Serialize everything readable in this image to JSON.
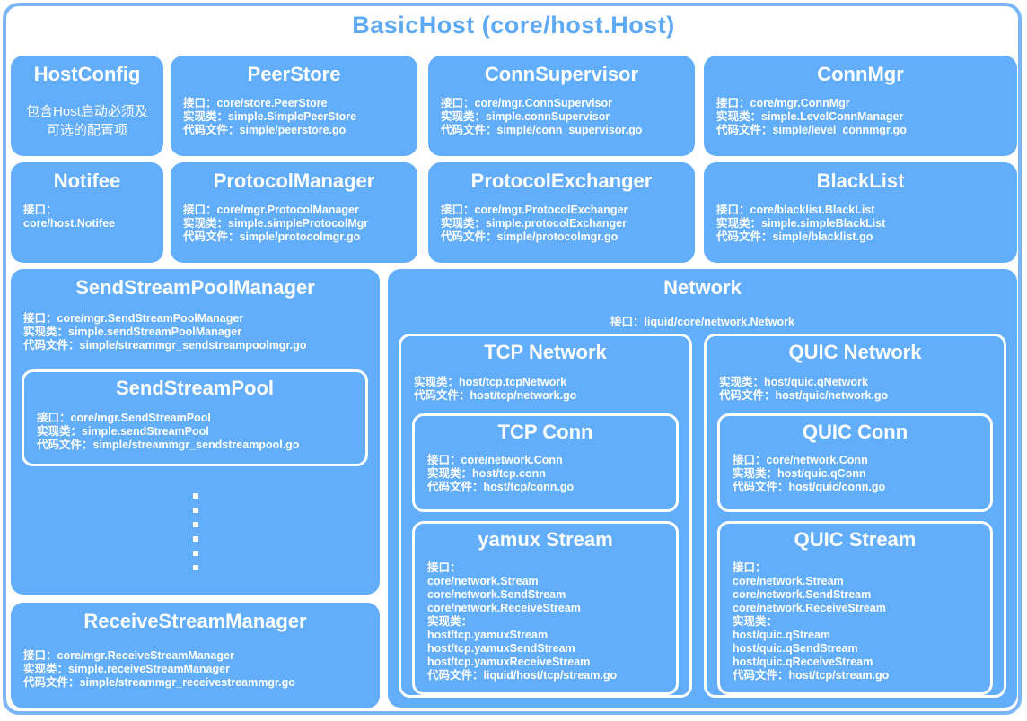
{
  "title": "BasicHost (core/host.Host)",
  "colors": {
    "box_fill": "#63AEFA",
    "outer_border": "#7AB6F8",
    "title_text": "#5EA9F4",
    "text": "#FFFFFF"
  },
  "boxes": {
    "host_config": {
      "title": "HostConfig",
      "lines": [
        "包含Host启动必须及",
        "可选的配置项"
      ]
    },
    "peer_store": {
      "title": "PeerStore",
      "lines": [
        "接口：core/store.PeerStore",
        "实现类：simple.SimplePeerStore",
        "代码文件：simple/peerstore.go"
      ]
    },
    "conn_supervisor": {
      "title": "ConnSupervisor",
      "lines": [
        "接口：core/mgr.ConnSupervisor",
        "实现类：simple.connSupervisor",
        "代码文件：simple/conn_supervisor.go"
      ]
    },
    "conn_mgr": {
      "title": "ConnMgr",
      "lines": [
        "接口：core/mgr.ConnMgr",
        "实现类：simple.LevelConnManager",
        "代码文件：simple/level_connmgr.go"
      ]
    },
    "notifee": {
      "title": "Notifee",
      "lines": [
        "接口：",
        "core/host.Notifee"
      ]
    },
    "protocol_manager": {
      "title": "ProtocolManager",
      "lines": [
        "接口：core/mgr.ProtocolManager",
        "实现类：simple.simpleProtocolMgr",
        "代码文件：simple/protocolmgr.go"
      ]
    },
    "protocol_exchanger": {
      "title": "ProtocolExchanger",
      "lines": [
        "接口：core/mgr.ProtocolExchanger",
        "实现类：simple.protocolExchanger",
        "代码文件：simple/protocolmgr.go"
      ]
    },
    "black_list": {
      "title": "BlackList",
      "lines": [
        "接口：core/blacklist.BlackList",
        "实现类：simple.simpleBlackList",
        "代码文件：simple/blacklist.go"
      ]
    },
    "send_stream_pool_manager": {
      "title": "SendStreamPoolManager",
      "lines": [
        "接口：core/mgr.SendStreamPoolManager",
        "实现类：simple.sendStreamPoolManager",
        "代码文件：simple/streammgr_sendstreampoolmgr.go"
      ]
    },
    "send_stream_pool": {
      "title": "SendStreamPool",
      "lines": [
        "接口：core/mgr.SendStreamPool",
        "实现类：simple.sendStreamPool",
        "代码文件：simple/streammgr_sendstreampool.go"
      ]
    },
    "receive_stream_manager": {
      "title": "ReceiveStreamManager",
      "lines": [
        "接口：core/mgr.ReceiveStreamManager",
        "实现类：simple.receiveStreamManager",
        "代码文件：simple/streammgr_receivestreammgr.go"
      ]
    },
    "network": {
      "title": "Network",
      "subtitle": "接口：liquid/core/network.Network"
    },
    "tcp_network": {
      "title": "TCP Network",
      "lines": [
        "实现类：host/tcp.tcpNetwork",
        "代码文件：host/tcp/network.go"
      ]
    },
    "tcp_conn": {
      "title": "TCP Conn",
      "lines": [
        "接口：core/network.Conn",
        "实现类：host/tcp.conn",
        "代码文件：host/tcp/conn.go"
      ]
    },
    "yamux_stream": {
      "title": "yamux Stream",
      "lines": [
        "接口：",
        "core/network.Stream",
        "core/network.SendStream",
        "core/network.ReceiveStream",
        "实现类：",
        "host/tcp.yamuxStream",
        "host/tcp.yamuxSendStream",
        "host/tcp.yamuxReceiveStream",
        "代码文件：liquid/host/tcp/stream.go"
      ]
    },
    "quic_network": {
      "title": "QUIC Network",
      "lines": [
        "实现类：host/quic.qNetwork",
        "代码文件：host/quic/network.go"
      ]
    },
    "quic_conn": {
      "title": "QUIC Conn",
      "lines": [
        "接口：core/network.Conn",
        "实现类：host/quic.qConn",
        "代码文件：host/quic/conn.go"
      ]
    },
    "quic_stream": {
      "title": "QUIC Stream",
      "lines": [
        "接口：",
        "core/network.Stream",
        "core/network.SendStream",
        "core/network.ReceiveStream",
        "实现类：",
        "host/quic.qStream",
        "host/quic.qSendStream",
        "host/quic.qReceiveStream",
        "代码文件：host/tcp/stream.go"
      ]
    }
  }
}
